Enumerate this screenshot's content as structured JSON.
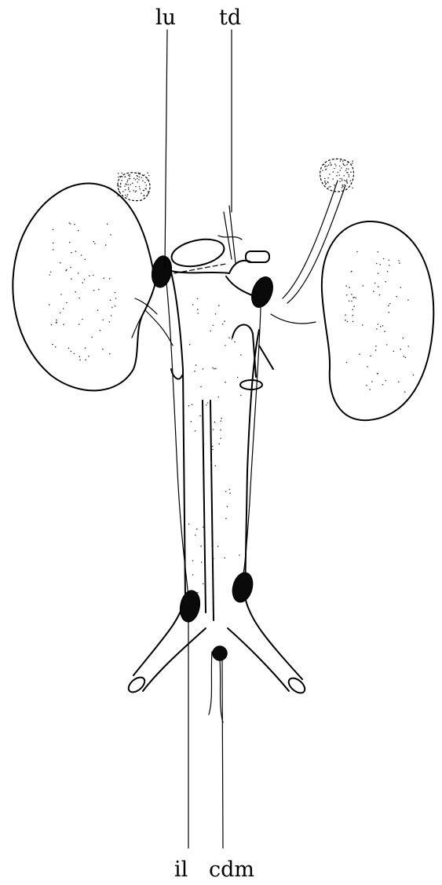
{
  "labels": {
    "lu": "lu",
    "td": "td",
    "il": "il",
    "cdm": "cdm"
  },
  "colors": {
    "ink": "#000000",
    "background": "#ffffff"
  }
}
